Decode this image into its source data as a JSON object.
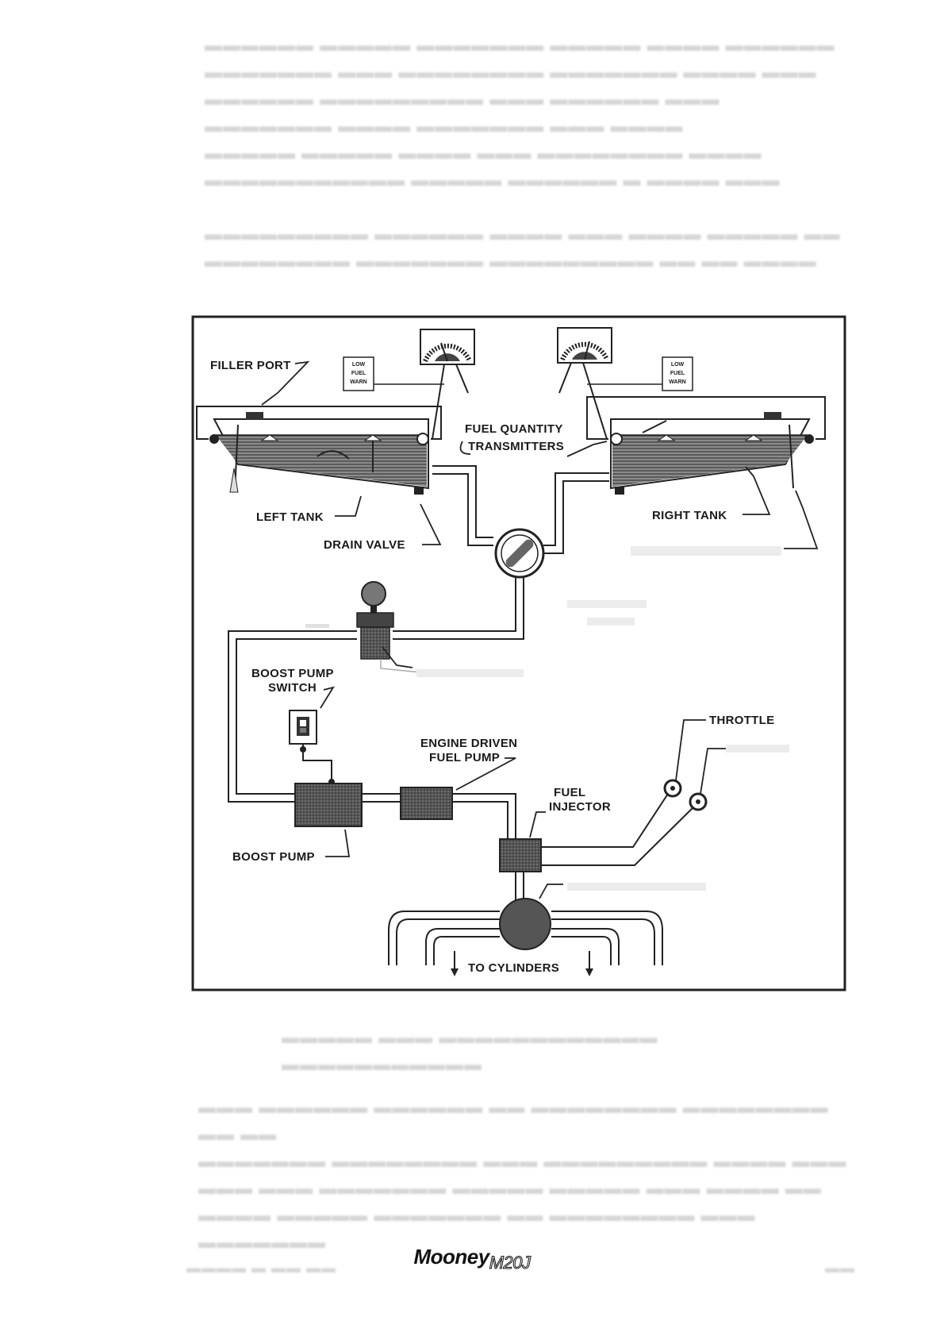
{
  "diagram": {
    "labels": {
      "filler_port": "FILLER PORT",
      "low_fuel_warn_left": [
        "LOW",
        "FUEL",
        "WARN"
      ],
      "low_fuel_warn_right": [
        "LOW",
        "FUEL",
        "WARN"
      ],
      "fuel_quantity_1": "FUEL QUANTITY",
      "fuel_quantity_2": "TRANSMITTERS",
      "left_tank": "LEFT TANK",
      "right_tank": "RIGHT TANK",
      "drain_valve": "DRAIN VALVE",
      "boost_pump_switch_1": "BOOST PUMP",
      "boost_pump_switch_2": "SWITCH",
      "engine_driven_1": "ENGINE DRIVEN",
      "engine_driven_2": "FUEL PUMP",
      "throttle": "THROTTLE",
      "fuel_injector_1": "FUEL",
      "fuel_injector_2": "INJECTOR",
      "boost_pump": "BOOST PUMP",
      "to_cylinders": "TO CYLINDERS"
    }
  },
  "footer": {
    "brand": "Mooney",
    "model": "M20J"
  }
}
